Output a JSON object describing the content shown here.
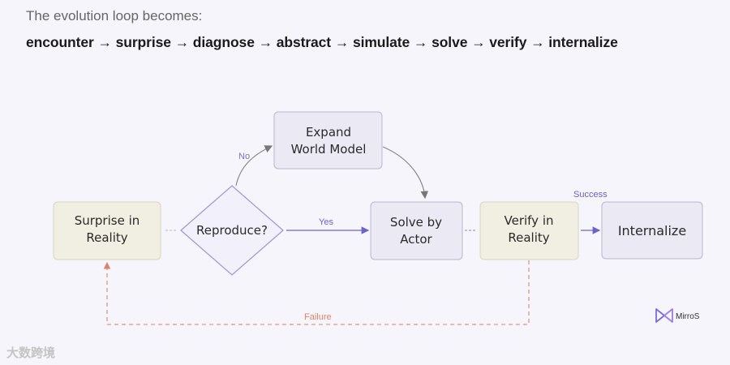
{
  "header": {
    "intro": "The evolution loop becomes:",
    "sequence": "encounter → surprise → diagnose → abstract → simulate → solve → verify → internalize"
  },
  "nodes": {
    "surprise": [
      "Surprise in",
      "Reality"
    ],
    "reproduce": [
      "Reproduce?"
    ],
    "expand": [
      "Expand",
      "World Model"
    ],
    "solve": [
      "Solve by",
      "Actor"
    ],
    "verify": [
      "Verify in",
      "Reality"
    ],
    "internalize": [
      "Internalize"
    ]
  },
  "edges": {
    "no": "No",
    "yes": "Yes",
    "success": "Success",
    "failure": "Failure"
  },
  "colors": {
    "beige_node": "#f1efe1",
    "lavender_node": "#ebe9f4",
    "diamond_fill": "#f2f0fa",
    "node_stroke": "#b9b7ce",
    "diamond_stroke": "#9d95d5",
    "arrow_purple": "#6b63c7",
    "edge_yes": "#6b5fc8",
    "edge_failure": "#d9846b",
    "edge_gray": "#888888"
  },
  "logo": {
    "text": "MirroS"
  },
  "watermark": {
    "text": "大数跨境"
  }
}
